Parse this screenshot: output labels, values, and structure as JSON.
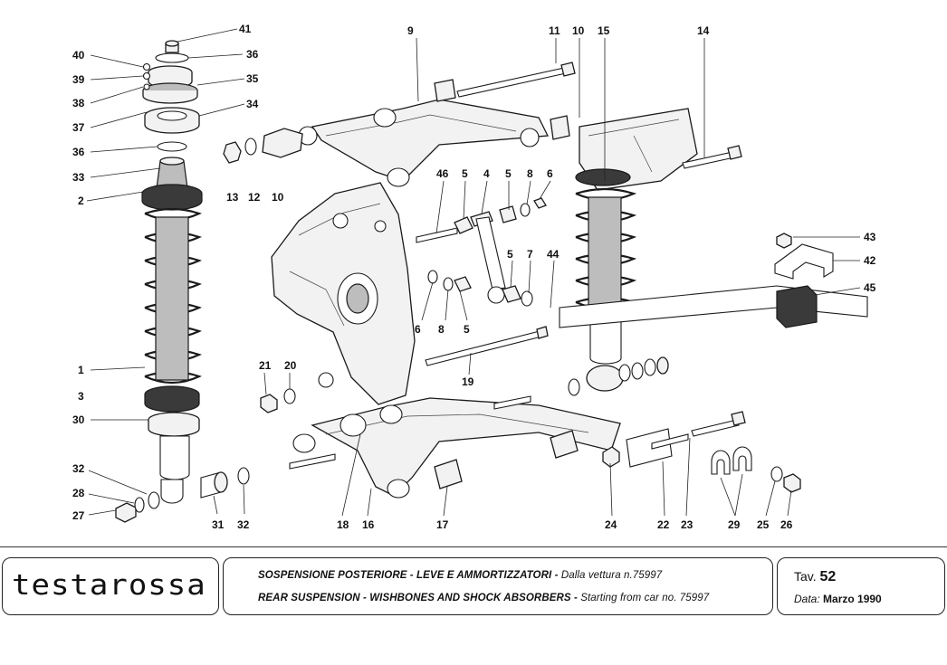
{
  "callouts": {
    "n41": "41",
    "n36a": "36",
    "n40": "40",
    "n39": "39",
    "n35": "35",
    "n38": "38",
    "n34": "34",
    "n37": "37",
    "n36b": "36",
    "n33": "33",
    "n2": "2",
    "n13": "13",
    "n12": "12",
    "n10a": "10",
    "n9": "9",
    "n11": "11",
    "n10b": "10",
    "n15": "15",
    "n14": "14",
    "n46": "46",
    "n5a": "5",
    "n4": "4",
    "n5b": "5",
    "n8a": "8",
    "n6a": "6",
    "n43": "43",
    "n42": "42",
    "n44": "44",
    "n5c": "5",
    "n7": "7",
    "n45": "45",
    "n6b": "6",
    "n8b": "8",
    "n5d": "5",
    "n19": "19",
    "n1": "1",
    "n3": "3",
    "n21": "21",
    "n20": "20",
    "n30": "30",
    "n32a": "32",
    "n28": "28",
    "n27": "27",
    "n31": "31",
    "n32b": "32",
    "n18": "18",
    "n16": "16",
    "n17": "17",
    "n24": "24",
    "n22": "22",
    "n23": "23",
    "n29": "29",
    "n25": "25",
    "n26": "26"
  },
  "footer": {
    "brand": "testarossa",
    "title_it_main": "SOSPENSIONE POSTERIORE - LEVE E AMMORTIZZATORI -",
    "title_it_tail": "Dalla vettura n.75997",
    "title_en_main": "REAR SUSPENSION - WISHBONES AND SHOCK ABSORBERS -",
    "title_en_tail": "Starting from car no. 75997",
    "tav_label": "Tav.",
    "tav_number": "52",
    "date_label": "Data:",
    "date_value": "Marzo 1990"
  }
}
